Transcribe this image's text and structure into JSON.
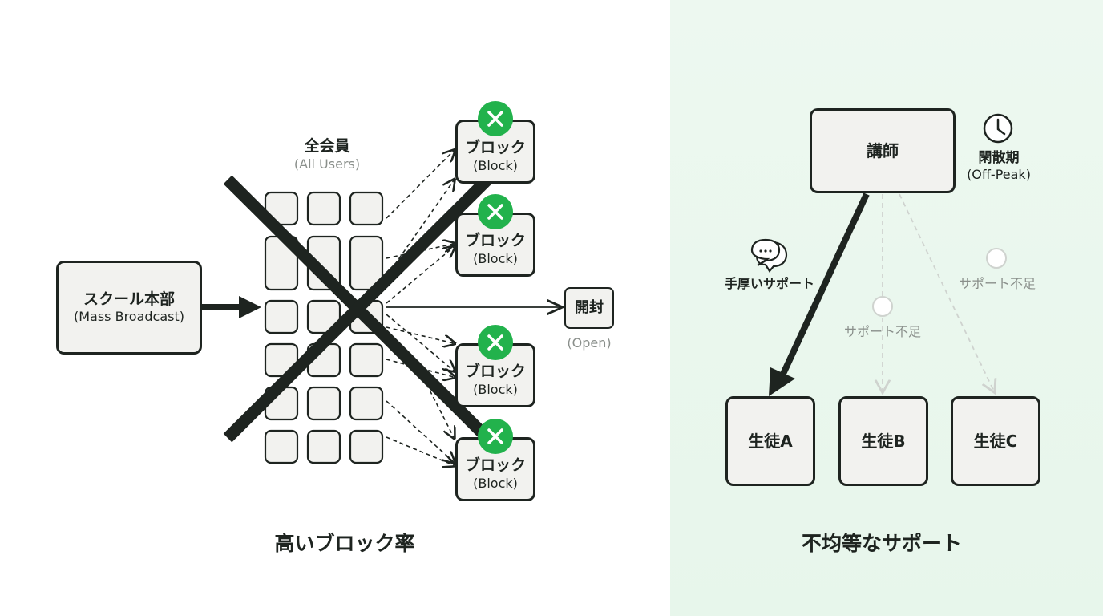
{
  "left": {
    "hq": {
      "title": "スクール本部",
      "subtitle": "(Mass Broadcast)"
    },
    "all_users": {
      "title": "全会員",
      "subtitle": "(All Users)"
    },
    "blocks": [
      {
        "title": "ブロック",
        "subtitle": "(Block)"
      },
      {
        "title": "ブロック",
        "subtitle": "(Block)"
      },
      {
        "title": "ブロック",
        "subtitle": "(Block)"
      },
      {
        "title": "ブロック",
        "subtitle": "(Block)"
      }
    ],
    "open": {
      "title": "開封",
      "subtitle": "(Open)"
    },
    "caption": "高いブロック率"
  },
  "right": {
    "teacher": {
      "title": "講師"
    },
    "off_peak": {
      "title": "閑散期",
      "subtitle": "(Off-Peak)"
    },
    "support_strong": "手厚いサポート",
    "support_lack_1": "サポート不足",
    "support_lack_2": "サポート不足",
    "students": [
      {
        "title": "生徒A"
      },
      {
        "title": "生徒B"
      },
      {
        "title": "生徒C"
      }
    ],
    "caption": "不均等なサポート"
  },
  "colors": {
    "dark": "#1e2420",
    "box_fill": "#f2f2ef",
    "accent_green": "#22b24c",
    "panel_bg": "#e9f7ed",
    "muted": "#8a8f8b"
  },
  "icons": [
    "x-mark-icon",
    "clock-icon",
    "chat-bubbles-icon"
  ]
}
